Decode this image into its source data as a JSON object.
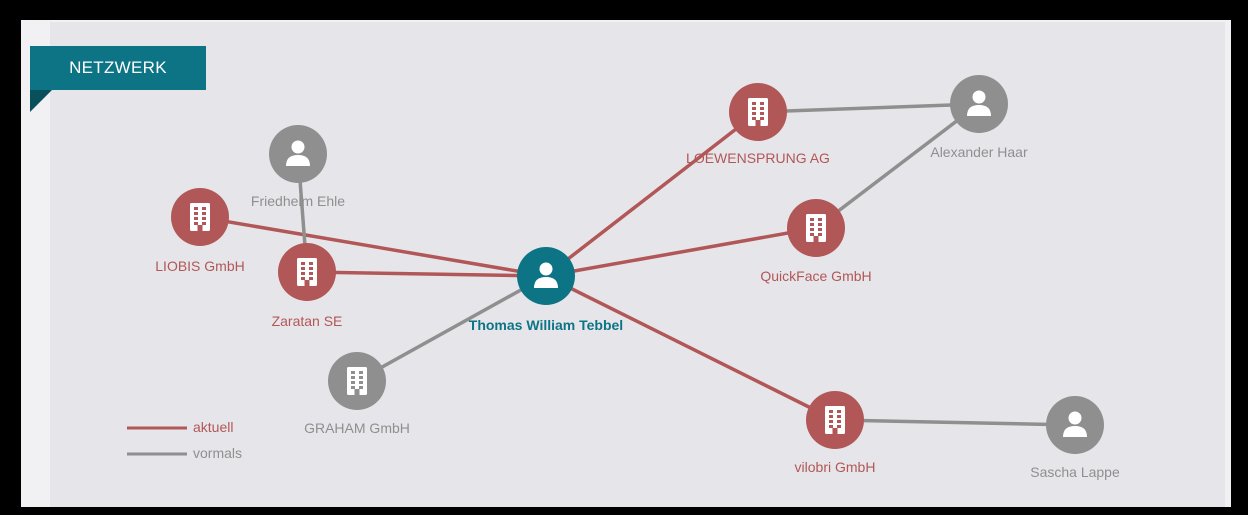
{
  "header": {
    "title": "NETZWERK"
  },
  "colors": {
    "current": "#b25757",
    "former": "#8f8f8f",
    "focus": "#0d7486"
  },
  "legend": {
    "current_label": "aktuell",
    "former_label": "vormals"
  },
  "nodes": [
    {
      "id": "thomas",
      "label": "Thomas William Tebbel",
      "kind": "person",
      "role": "focus"
    },
    {
      "id": "loewensprung",
      "label": "LOEWENSPRUNG AG",
      "kind": "company",
      "role": "current"
    },
    {
      "id": "alexander",
      "label": "Alexander Haar",
      "kind": "person",
      "role": "former"
    },
    {
      "id": "friedhelm",
      "label": "Friedhelm Ehle",
      "kind": "person",
      "role": "former"
    },
    {
      "id": "liobis",
      "label": "LIOBIS GmbH",
      "kind": "company",
      "role": "current"
    },
    {
      "id": "zaratan",
      "label": "Zaratan SE",
      "kind": "company",
      "role": "current"
    },
    {
      "id": "quickface",
      "label": "QuickFace GmbH",
      "kind": "company",
      "role": "current"
    },
    {
      "id": "graham",
      "label": "GRAHAM GmbH",
      "kind": "company",
      "role": "former"
    },
    {
      "id": "vilobri",
      "label": "vilobri GmbH",
      "kind": "company",
      "role": "current"
    },
    {
      "id": "sascha",
      "label": "Sascha Lappe",
      "kind": "person",
      "role": "former"
    }
  ],
  "edges": [
    {
      "from": "liobis",
      "to": "thomas",
      "status": "current"
    },
    {
      "from": "zaratan",
      "to": "thomas",
      "status": "current"
    },
    {
      "from": "friedhelm",
      "to": "zaratan",
      "status": "former"
    },
    {
      "from": "graham",
      "to": "thomas",
      "status": "former"
    },
    {
      "from": "loewensprung",
      "to": "thomas",
      "status": "current"
    },
    {
      "from": "loewensprung",
      "to": "alexander",
      "status": "former"
    },
    {
      "from": "alexander",
      "to": "quickface",
      "status": "former"
    },
    {
      "from": "quickface",
      "to": "thomas",
      "status": "current"
    },
    {
      "from": "thomas",
      "to": "vilobri",
      "status": "current"
    },
    {
      "from": "vilobri",
      "to": "sascha",
      "status": "former"
    }
  ]
}
